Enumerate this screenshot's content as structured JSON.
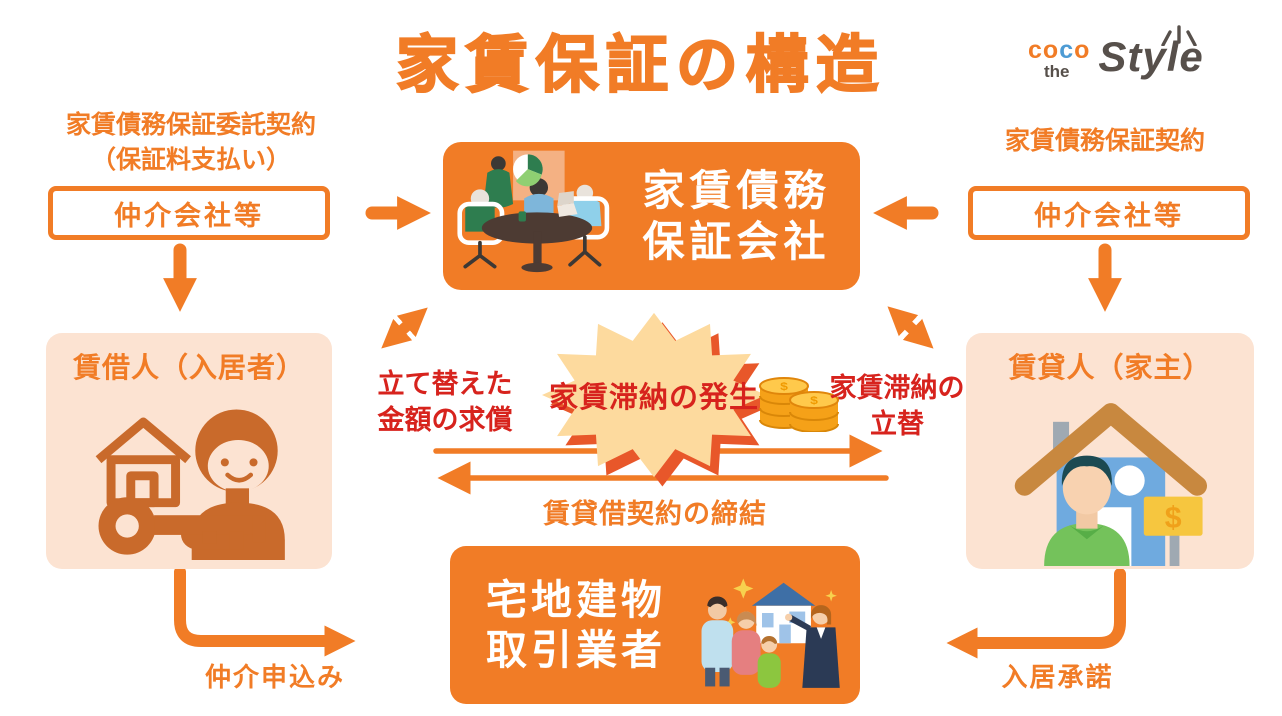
{
  "title": "家賃保証の構造",
  "logo": {
    "coco_prefix": "co",
    "coco_blue": "c",
    "coco_suffix": "o",
    "the": "the",
    "style": "Style"
  },
  "top_left": {
    "contract_line1": "家賃債務保証委託契約",
    "contract_line2": "（保証料支払い）",
    "box_label": "仲介会社等"
  },
  "top_right": {
    "contract_label": "家賃債務保証契約",
    "box_label": "仲介会社等"
  },
  "company_box": {
    "line1": "家賃債務",
    "line2": "保証会社"
  },
  "tenant_panel": {
    "title": "賃借人（入居者）"
  },
  "landlord_panel": {
    "title": "賃貸人（家主）"
  },
  "center": {
    "burst_label": "家賃滞納の発生",
    "reimburse_line1": "立て替えた",
    "reimburse_line2": "金額の求償",
    "advance_line1": "家賃滞納の",
    "advance_line2": "立替",
    "lease_label": "賃貸借契約の締結",
    "currency_symbol": "$"
  },
  "broker_box": {
    "line1": "宅地建物",
    "line2": "取引業者"
  },
  "bottom": {
    "apply_label": "仲介申込み",
    "consent_label": "入居承諾"
  },
  "icons": {
    "office_meeting": "people-around-meeting-table",
    "tenant": "person-holding-key-with-house",
    "landlord": "person-with-house-and-price-sign",
    "family": "family-with-real-estate-agent",
    "coins": "stack-of-dollar-coins",
    "rays": "sparkle-rays"
  },
  "colors": {
    "primary_orange": "#F17C26",
    "panel_peach": "#FCE3D2",
    "burst_fill": "#FDDA9E",
    "burst_shadow": "#E8572A",
    "alert_red": "#D7231D",
    "logo_gray": "#57504B",
    "logo_blue": "#4D9BD4"
  }
}
